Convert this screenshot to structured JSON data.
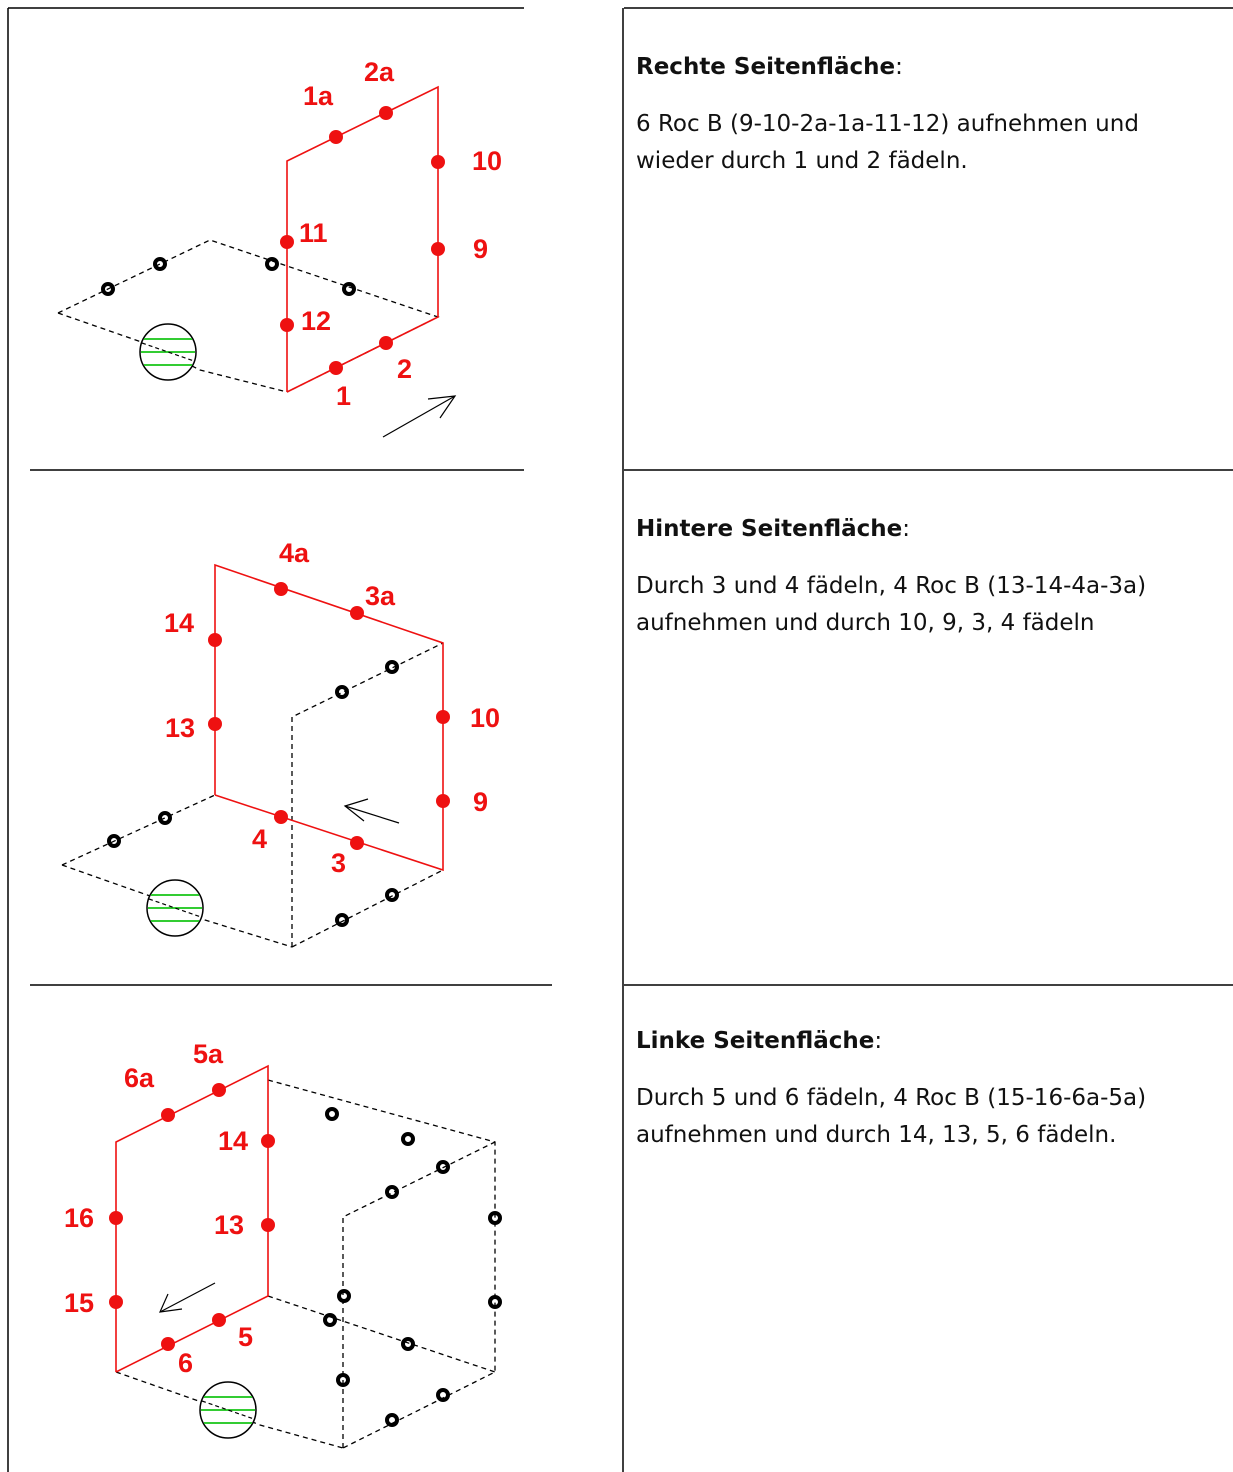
{
  "rows": [
    {
      "heading": "Rechte Seitenfläche",
      "heading_suffix": ":",
      "body": "6 Roc B (9-10-2a-1a-11-12) aufnehmen und wieder durch 1 und 2 fädeln.",
      "labels": [
        "1a",
        "2a",
        "10",
        "11",
        "9",
        "12",
        "2",
        "1"
      ]
    },
    {
      "heading": "Hintere Seitenfläche",
      "heading_suffix": ":",
      "body": "Durch 3 und 4 fädeln, 4 Roc B (13-14-4a-3a) aufnehmen und durch 10, 9, 3, 4 fädeln",
      "labels": [
        "4a",
        "3a",
        "14",
        "13",
        "10",
        "9",
        "4",
        "3"
      ]
    },
    {
      "heading": "Linke Seitenfläche",
      "heading_suffix": ":",
      "body": "Durch 5 und 6 fädeln, 4 Roc B (15-16-6a-5a) aufnehmen und durch 14, 13, 5, 6 fädeln.",
      "labels": [
        "5a",
        "6a",
        "14",
        "16",
        "13",
        "15",
        "5",
        "6"
      ]
    }
  ],
  "colors": {
    "accent_red": "#ee1111",
    "bead_green": "#33cc33",
    "line_black": "#000000"
  }
}
